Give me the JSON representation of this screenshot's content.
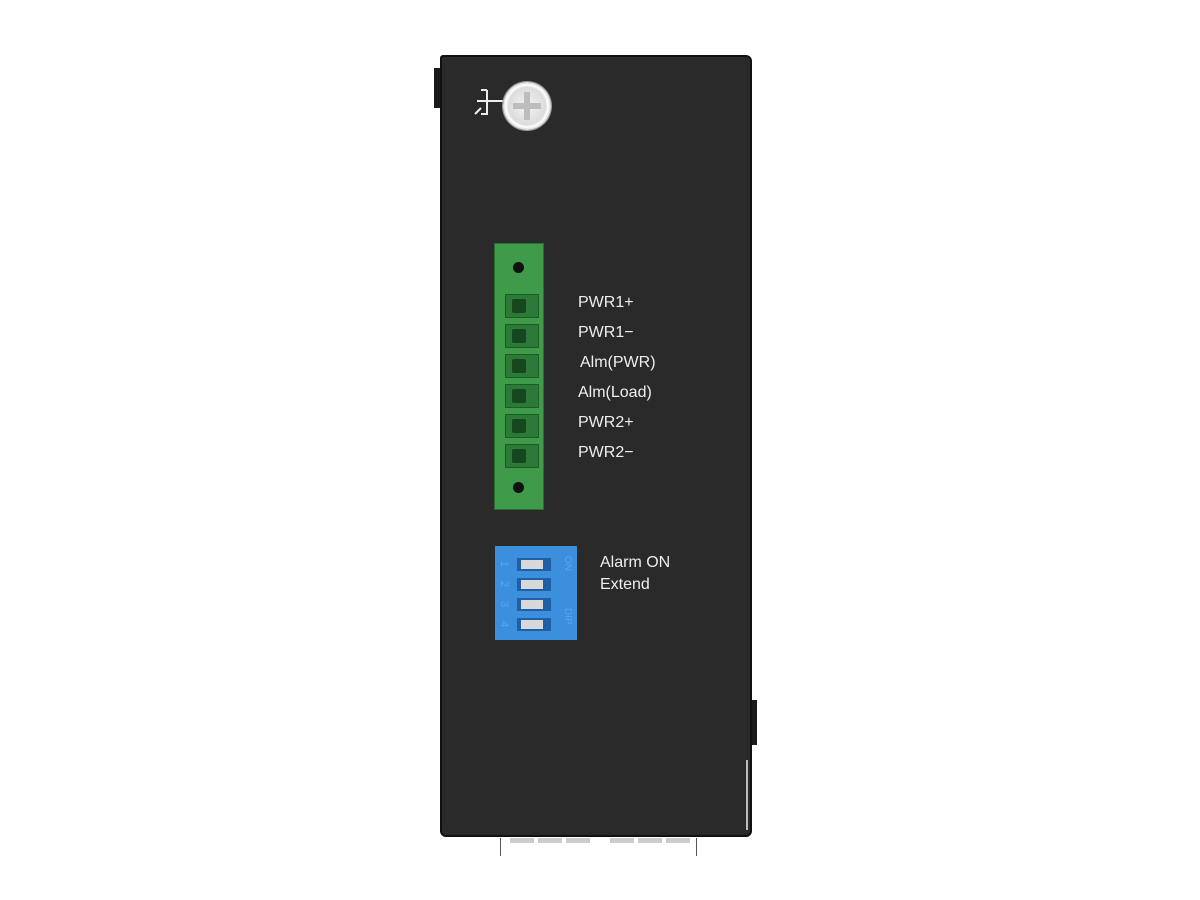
{
  "terminal_block": {
    "labels": [
      "PWR1+",
      "PWR1−",
      "Alm(PWR)",
      "Alm(Load)",
      "PWR2+",
      "PWR2−"
    ],
    "color": "#3f9a4a"
  },
  "dip_switch": {
    "color": "#3b8fdc",
    "numbers": [
      "1",
      "2",
      "3",
      "4"
    ],
    "on_text": "ON",
    "dip_text": "DIP",
    "labels": [
      "Alarm  ON",
      "Extend"
    ]
  },
  "panel_color": "#2a2a2a"
}
